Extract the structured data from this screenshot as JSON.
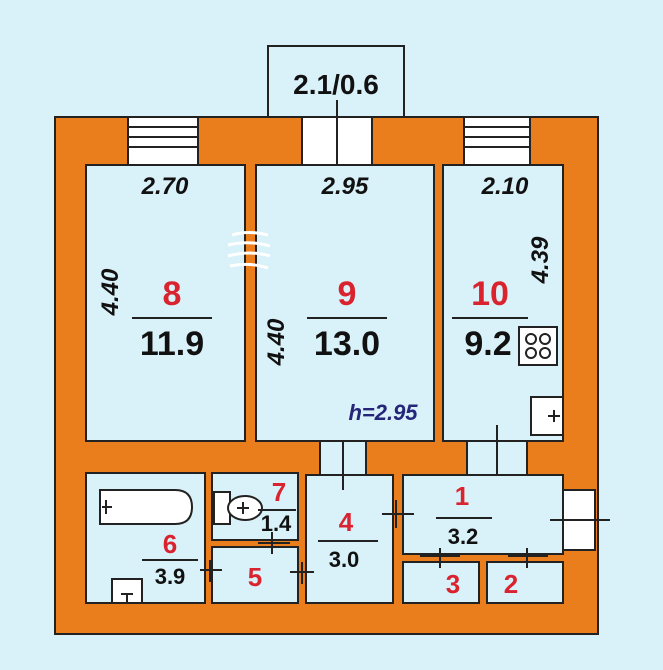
{
  "colors": {
    "wall": "#ea7d1c",
    "floor": "#d9f1f8",
    "room_number": "#d9232e",
    "height_text": "#25267a"
  },
  "balcony": {
    "label": "2.1/0.6"
  },
  "ceiling_height": "h=2.95",
  "rooms": {
    "r1": {
      "number": "1",
      "area": "3.2"
    },
    "r2": {
      "number": "2"
    },
    "r3": {
      "number": "3"
    },
    "r4": {
      "number": "4",
      "area": "3.0"
    },
    "r5": {
      "number": "5"
    },
    "r6": {
      "number": "6",
      "area": "3.9"
    },
    "r7": {
      "number": "7",
      "area": "1.4"
    },
    "r8": {
      "number": "8",
      "area": "11.9",
      "width": "2.70",
      "length": "4.40"
    },
    "r9": {
      "number": "9",
      "area": "13.0",
      "width": "2.95",
      "length": "4.40"
    },
    "r10": {
      "number": "10",
      "area": "9.2",
      "width": "2.10",
      "length": "4.39"
    }
  },
  "icons": [
    "stove-icon",
    "sink-icon",
    "bathtub-icon",
    "toilet-icon",
    "washbasin-icon",
    "door-icon",
    "window-icon"
  ]
}
